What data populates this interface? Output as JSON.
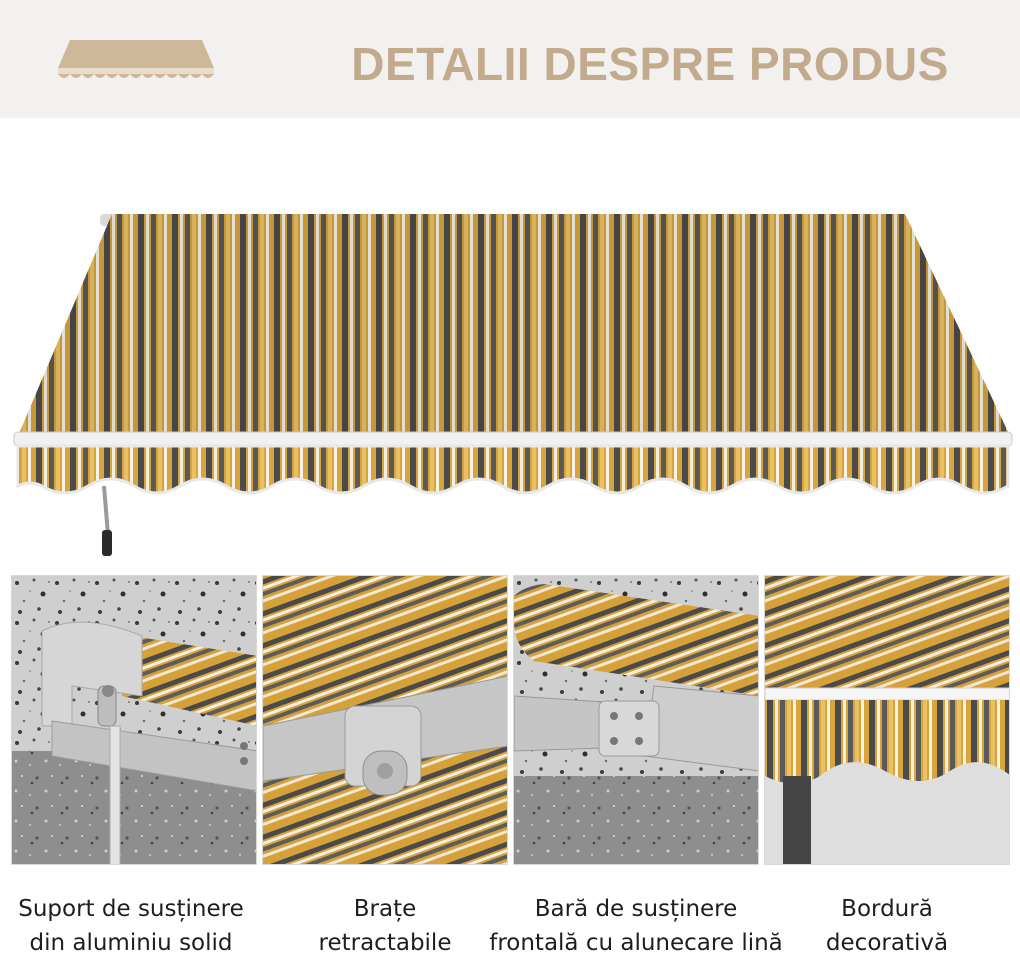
{
  "header": {
    "title": "DETALII DESPRE PRODUS",
    "logo_icon": "awning-logo-icon"
  },
  "colors": {
    "header_bg": "#f2f1ef",
    "title": "#c2ab8d",
    "stripe_yellow": "#d9a53a",
    "stripe_dark": "#4a4a4a",
    "stripe_white": "#f4efe4"
  },
  "features": [
    {
      "line1": "Suport de susținere",
      "line2": "din aluminiu solid"
    },
    {
      "line1": "Brațe",
      "line2": "retractabile"
    },
    {
      "line1": "Bară de susținere",
      "line2": "frontală cu alunecare lină"
    },
    {
      "line1": "Bordură",
      "line2": "decorativă"
    }
  ]
}
